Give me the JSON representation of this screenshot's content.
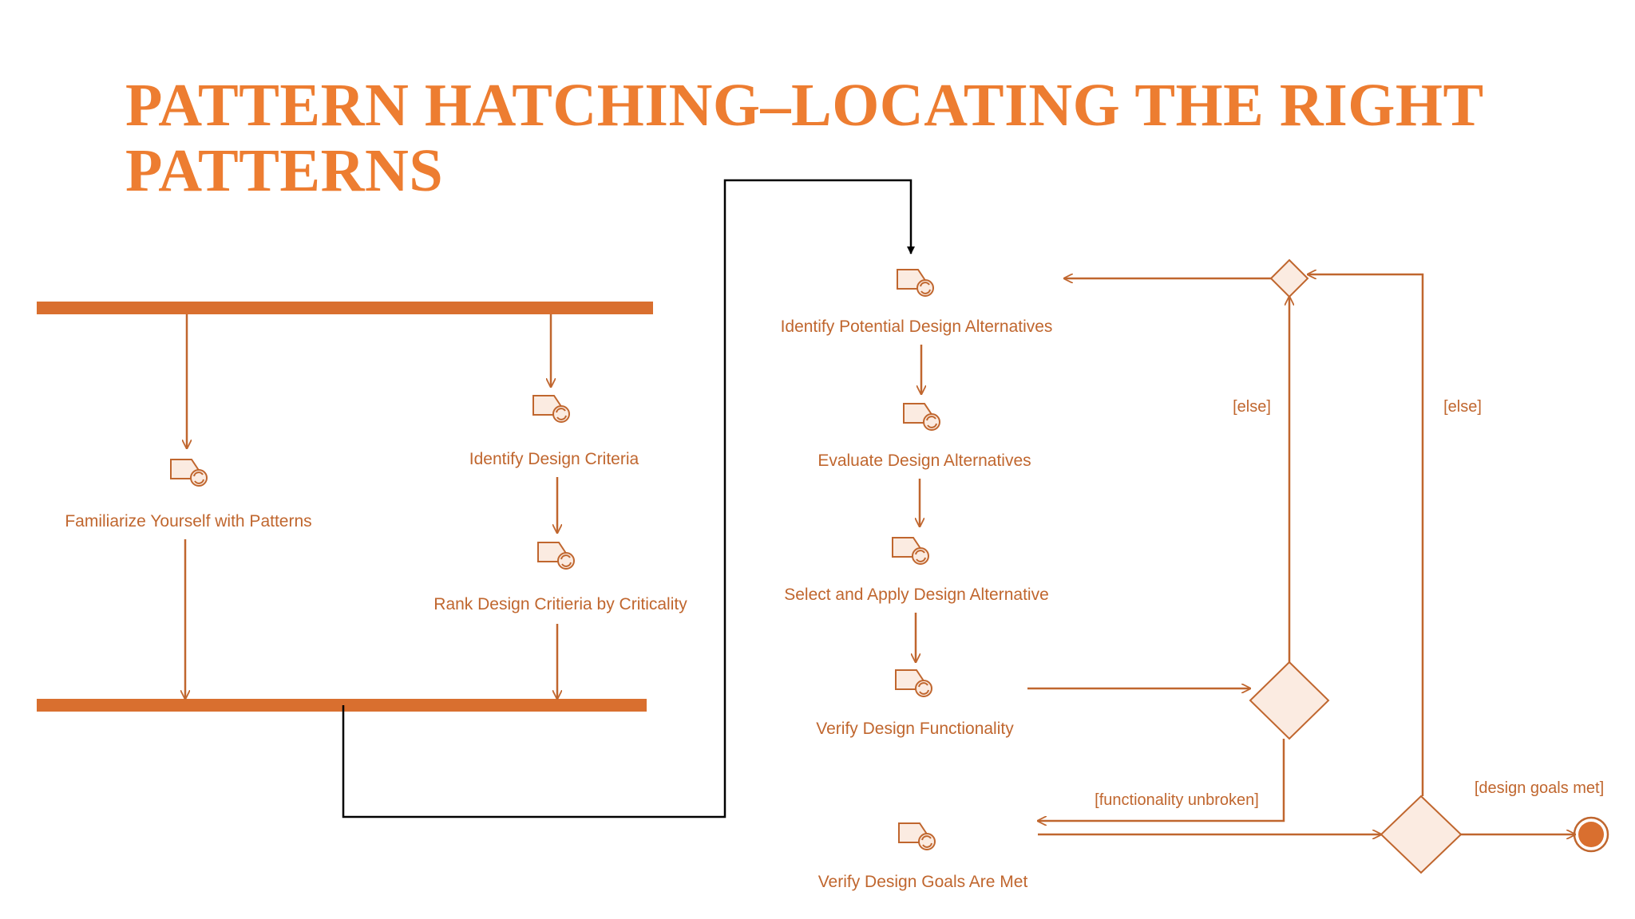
{
  "title": {
    "line1": "PATTERN HATCHING–LOCATING THE RIGHT",
    "line2": "PATTERNS"
  },
  "colors": {
    "title": "#ED7D31",
    "diagram_stroke": "#C0662E",
    "diagram_fill": "#FBEBE1",
    "connector": "#000000"
  },
  "activities": {
    "familiarize": "Familiarize Yourself with Patterns",
    "identify_criteria": "Identify Design Criteria",
    "rank_criteria": "Rank Design Critieria by Criticality",
    "identify_alternatives": "Identify Potential Design Alternatives",
    "evaluate_alternatives": "Evaluate Design Alternatives",
    "select_apply": "Select and Apply Design Alternative",
    "verify_functionality": "Verify Design Functionality",
    "verify_goals": "Verify Design Goals Are Met"
  },
  "guards": {
    "else_left": "[else]",
    "else_right": "[else]",
    "functionality_unbroken": "[functionality unbroken]",
    "design_goals_met": "[design goals met]"
  },
  "icons": {
    "activity": "activity-icon",
    "fork_bar": "fork-bar",
    "join_bar": "join-bar",
    "decision": "decision-diamond",
    "merge": "merge-diamond",
    "final": "final-node-icon"
  }
}
